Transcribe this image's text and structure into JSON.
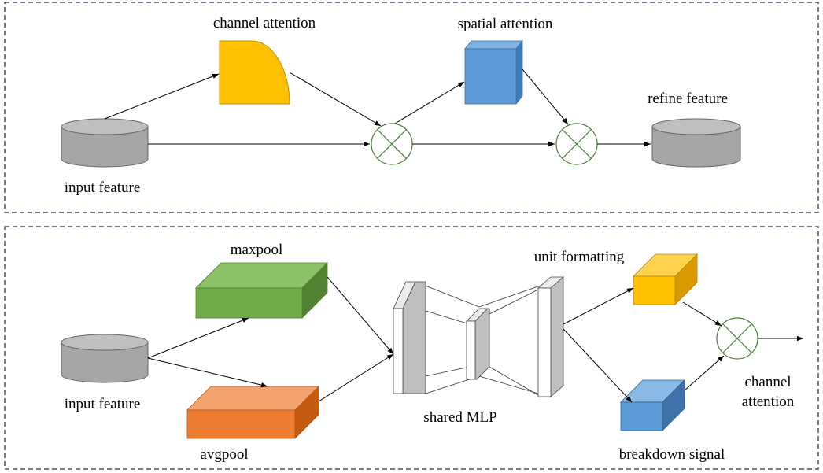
{
  "top_panel": {
    "channel_attention_label": "channel attention",
    "spatial_attention_label": "spatial attention",
    "input_feature_label": "input feature",
    "refine_feature_label": "refine feature"
  },
  "bottom_panel": {
    "maxpool_label": "maxpool",
    "avgpool_label": "avgpool",
    "input_feature_label": "input feature",
    "shared_mlp_label": "shared MLP",
    "unit_formatting_label": "unit formatting",
    "breakdown_signal_label": "breakdown signal",
    "channel_attention_label_line1": "channel",
    "channel_attention_label_line2": "attention"
  },
  "colors": {
    "cylinder": "#a6a6a6",
    "channel_attention_block": "#ffc000",
    "spatial_attention_block": "#5b9bd5",
    "maxpool_block": "#70ad47",
    "avgpool_block": "#ed7d31",
    "unit_formatting_block": "#ffc000",
    "breakdown_signal_block": "#5b9bd5",
    "mlp_layer": "#d9d9d9",
    "multiply_operator": "#4a7a3a",
    "frame": "#44546a"
  }
}
